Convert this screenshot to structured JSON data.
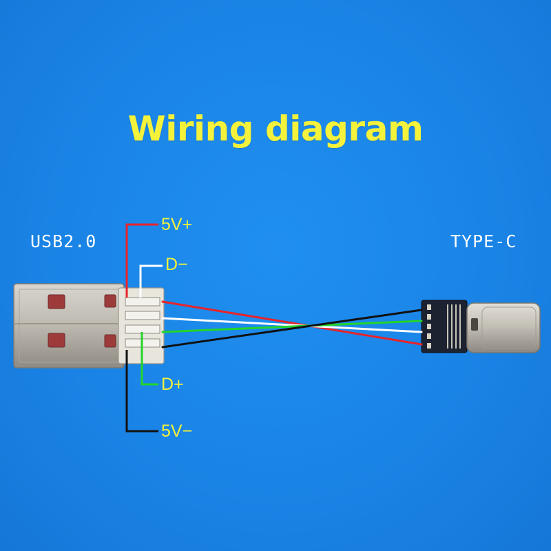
{
  "title": "Wiring diagram",
  "connectors": {
    "left": "USB2.0",
    "right": "TYPE-C"
  },
  "pins": {
    "vbus": "5V+",
    "dminus": "D−",
    "dplus": "D+",
    "gnd": "5V−"
  },
  "wire_colors": {
    "vbus": "#e8232a",
    "dminus": "#ffffff",
    "dplus": "#22d52a",
    "gnd": "#111111"
  },
  "colors": {
    "background": "#1a84e6",
    "title": "#f4f23a",
    "pin_labels": "#f4f23a",
    "connector_labels": "#ffffff"
  }
}
